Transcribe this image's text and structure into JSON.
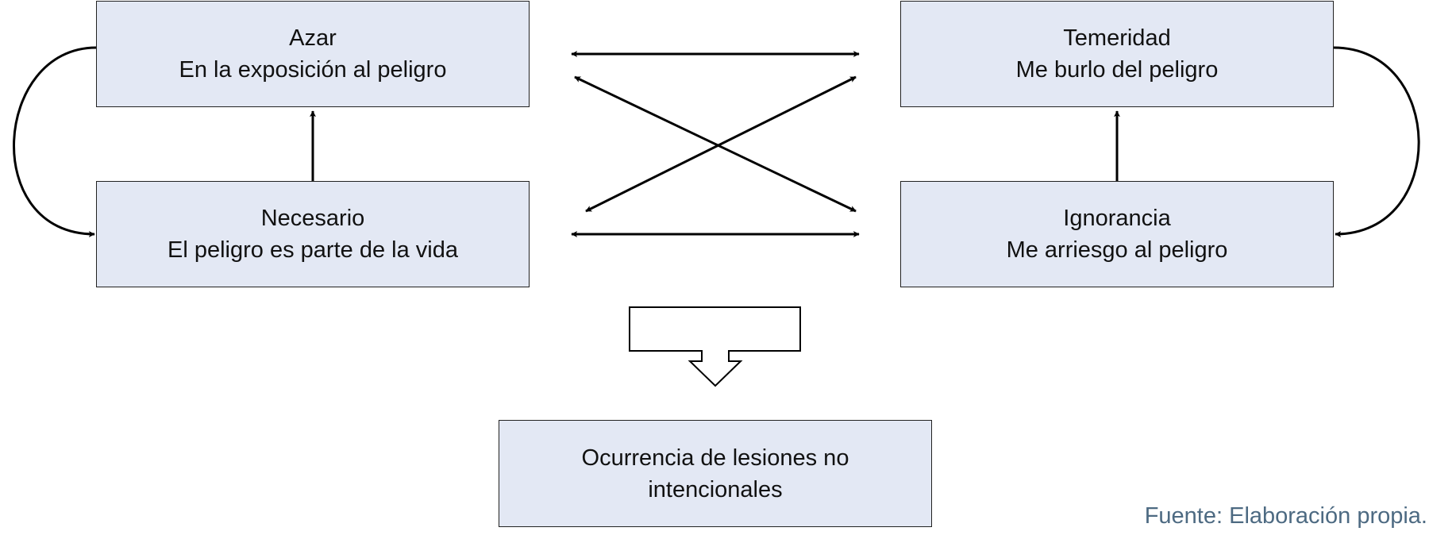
{
  "nodes": {
    "azar": {
      "title": "Azar",
      "subtitle": "En la exposición al peligro"
    },
    "temeridad": {
      "title": "Temeridad",
      "subtitle": "Me burlo del peligro"
    },
    "necesario": {
      "title": "Necesario",
      "subtitle": "El peligro es parte de la vida"
    },
    "ignorancia": {
      "title": "Ignorancia",
      "subtitle": "Me arriesgo al peligro"
    },
    "resultado": {
      "text": "Ocurrencia de lesiones no intencionales"
    }
  },
  "source": "Fuente: Elaboración propia.",
  "colors": {
    "box_fill": "#e3e8f4",
    "stroke": "#000000",
    "source_text": "#4d6a82"
  }
}
